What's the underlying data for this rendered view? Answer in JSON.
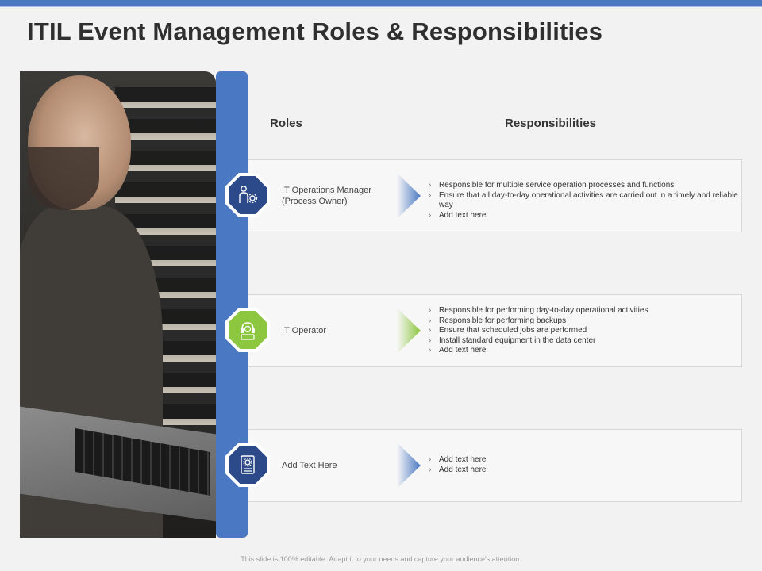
{
  "slide": {
    "title": "ITIL Event Management Roles & Responsibilities",
    "footer": "This slide is 100% editable. Adapt it to your needs and capture your audience's attention."
  },
  "headers": {
    "roles": "Roles",
    "responsibilities": "Responsibilities"
  },
  "colors": {
    "accent_blue": "#4a78c2",
    "dark_blue": "#2c4a8a",
    "accent_green": "#8dc63f"
  },
  "rows": [
    {
      "icon": "manager-gear-icon",
      "role": "IT Operations Manager (Process Owner)",
      "responsibilities": [
        "Responsible for multiple service operation processes and functions",
        "Ensure that all day-to-day operational activities are carried out in a timely and reliable way",
        "Add text here"
      ]
    },
    {
      "icon": "headset-operator-icon",
      "role": "IT Operator",
      "responsibilities": [
        "Responsible for performing day-to-day operational activities",
        "Responsible for performing backups",
        "Ensure that scheduled jobs are performed",
        "Install standard equipment in the data center",
        "Add text here"
      ]
    },
    {
      "icon": "document-gear-icon",
      "role": "Add Text Here",
      "responsibilities": [
        "Add text here",
        "Add text here"
      ]
    }
  ]
}
